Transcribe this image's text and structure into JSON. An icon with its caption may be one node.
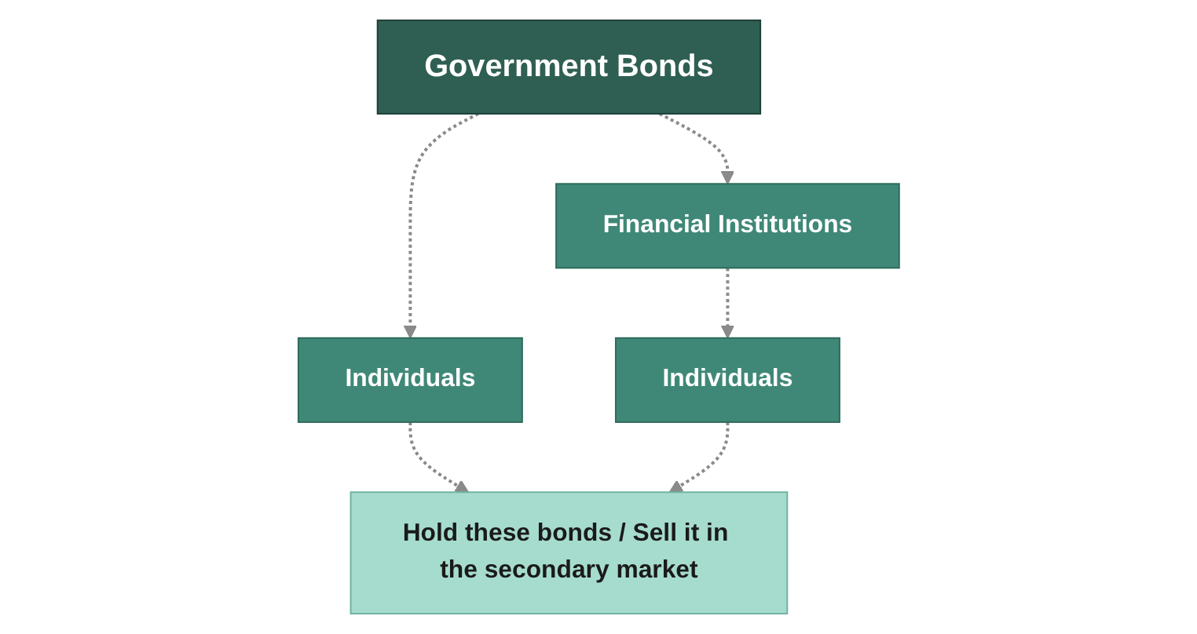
{
  "diagram": {
    "nodes": [
      {
        "text": [
          "Government Bonds"
        ]
      },
      {
        "text": [
          "Financial Institutions"
        ]
      },
      {
        "text": [
          "Individuals"
        ]
      },
      {
        "text": [
          "Individuals"
        ]
      },
      {
        "text": [
          "Hold these bonds / Sell it in the secondary market"
        ]
      }
    ],
    "edges": [
      {
        "from": 0,
        "to": 1,
        "arrow": "to",
        "style": "dashed"
      },
      {
        "from": 0,
        "to": 2,
        "arrow": "to",
        "style": "dashed"
      },
      {
        "from": 1,
        "to": 3,
        "arrow": "to",
        "style": "dashed"
      },
      {
        "from": 2,
        "to": 4,
        "arrow": "to",
        "style": "dashed"
      },
      {
        "from": 3,
        "to": 4,
        "arrow": "to",
        "style": "dashed"
      }
    ]
  }
}
